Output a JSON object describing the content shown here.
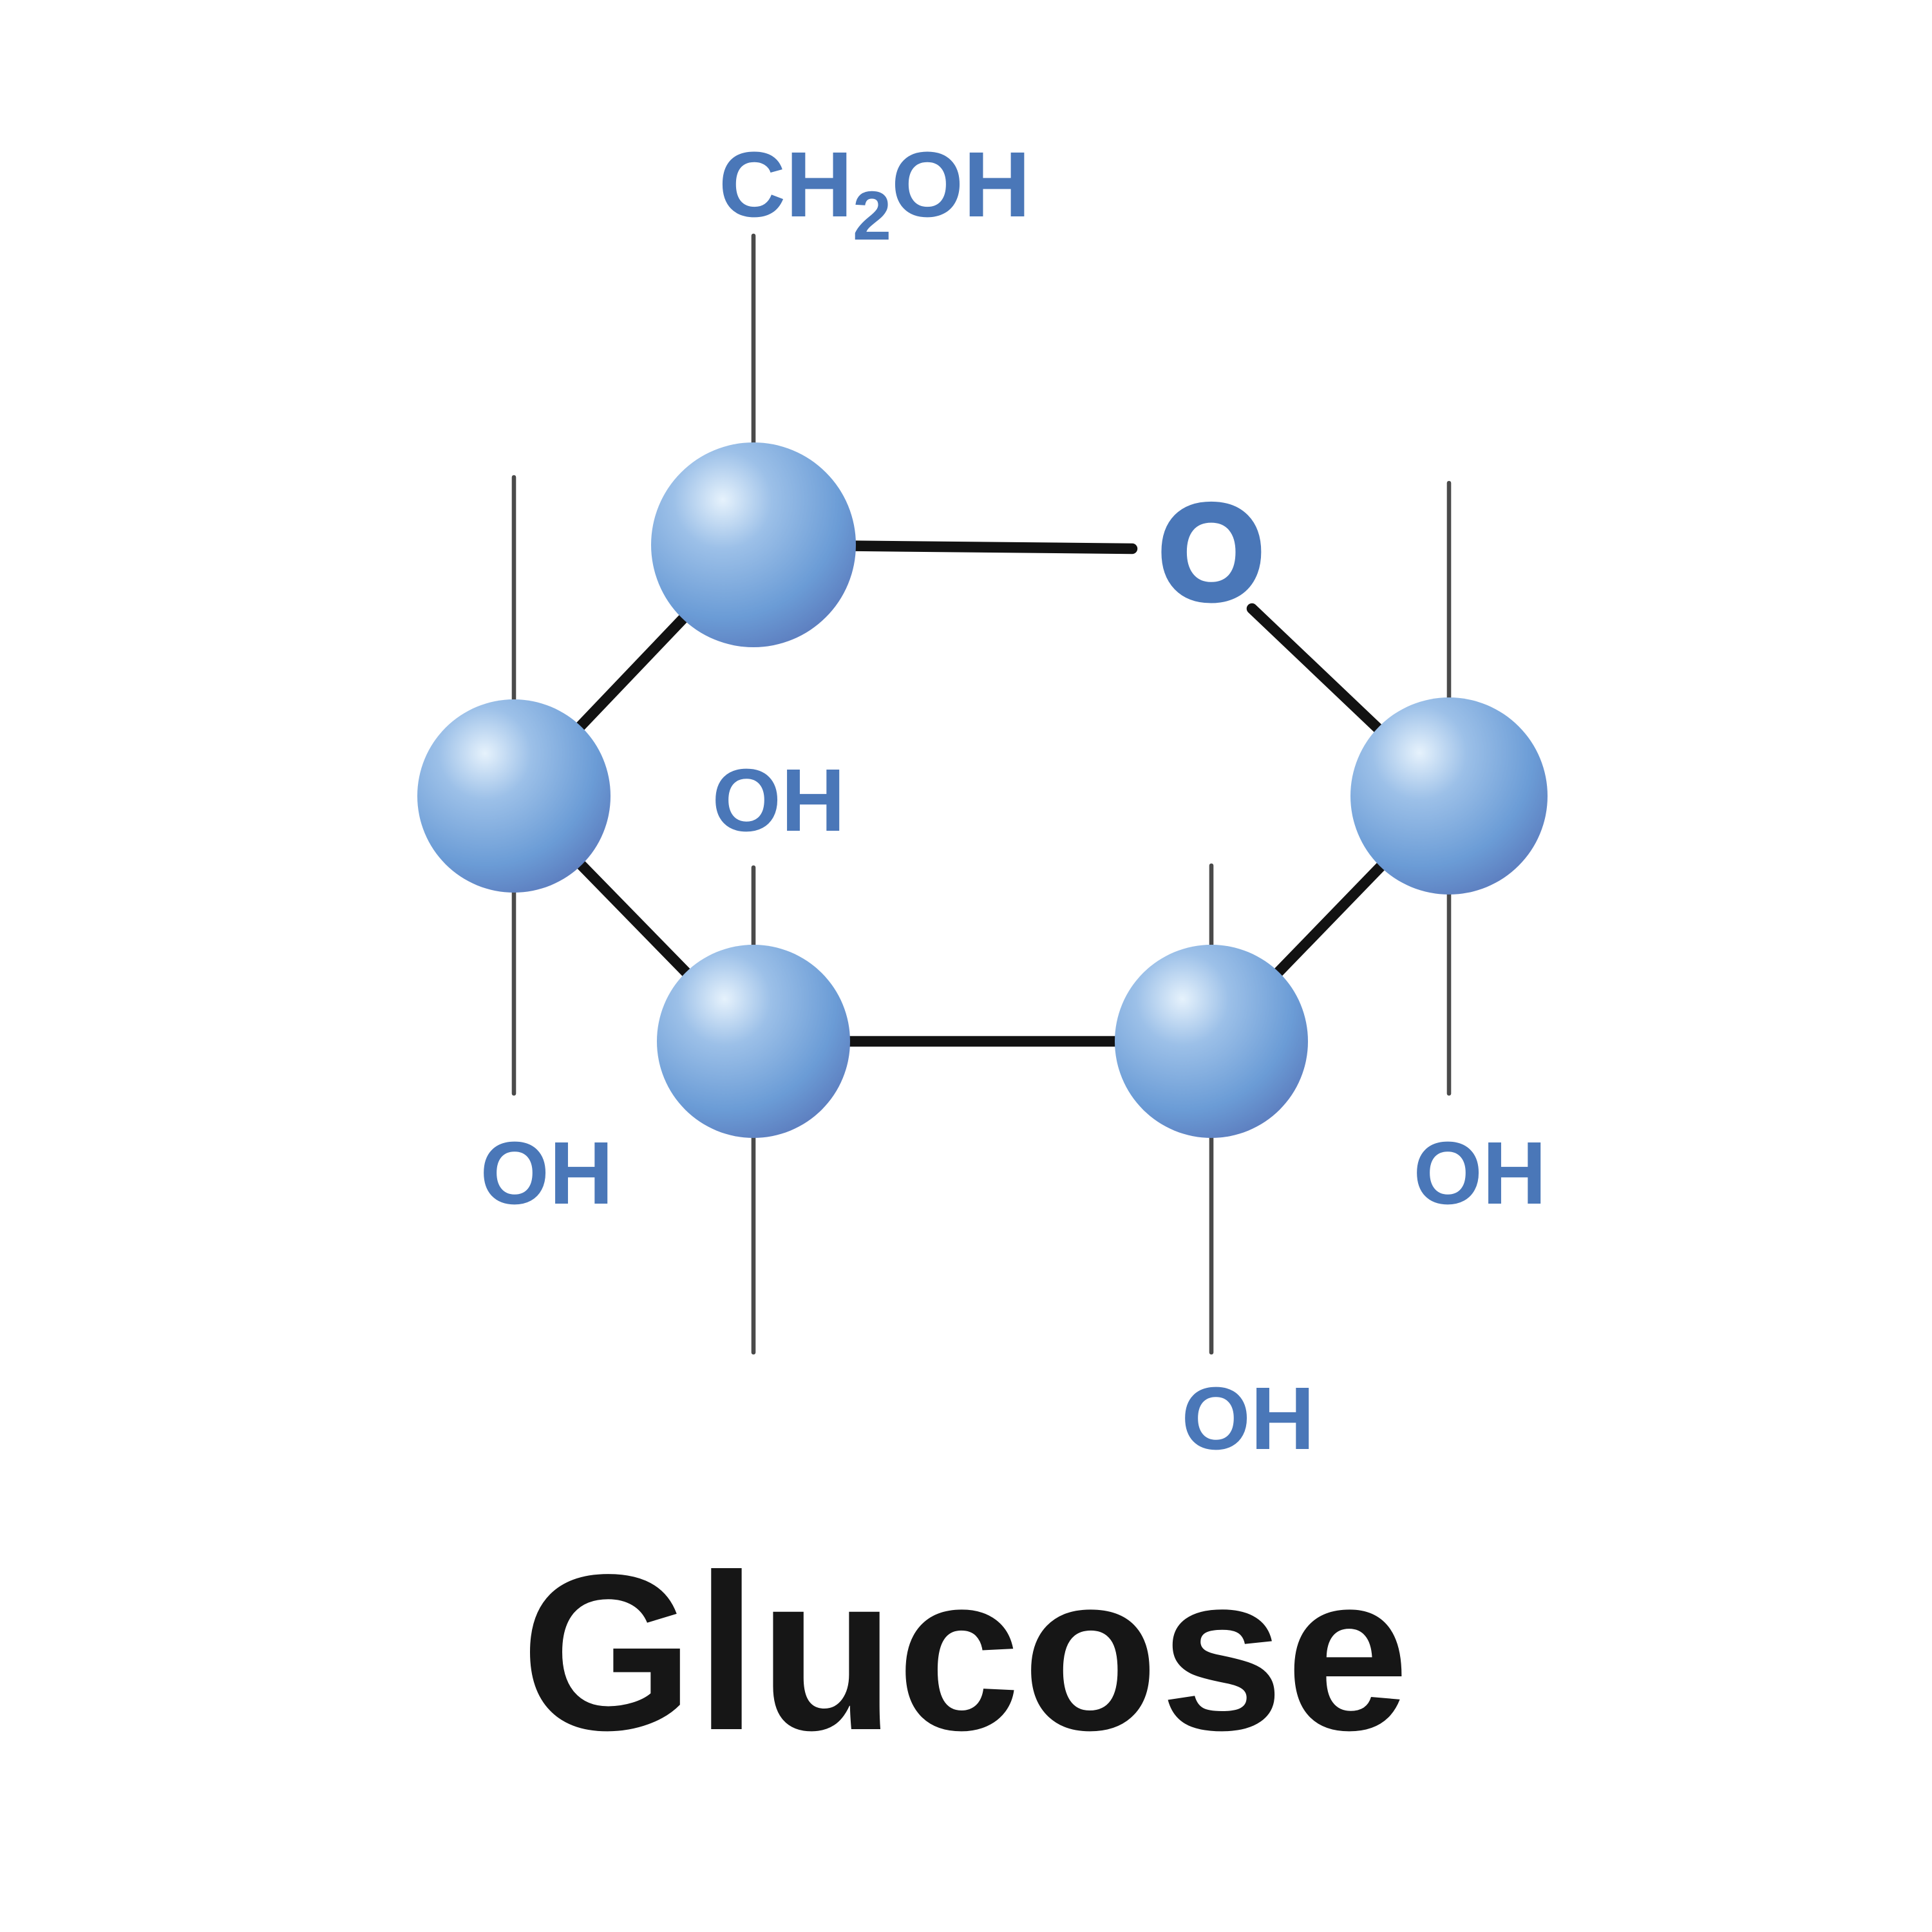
{
  "diagram": {
    "title": "Glucose",
    "labels": {
      "ch2oh_prefix": "CH",
      "ch2oh_sub": "2",
      "ch2oh_suffix": "OH",
      "ring_oxygen": "O",
      "oh_inner": "OH",
      "oh_left": "OH",
      "oh_right": "OH",
      "oh_bottom": "OH"
    },
    "colors": {
      "background": "#ffffff",
      "label_blue": "#4a77b8",
      "atom_highlight": "#e6f2fc",
      "atom_mid": "#9cc0e8",
      "atom_body": "#6b9cd6",
      "atom_shadow": "#5b7abc",
      "ring_bond": "#121212",
      "substituent_bond": "#4a4a4a",
      "title_color": "#161616"
    }
  }
}
